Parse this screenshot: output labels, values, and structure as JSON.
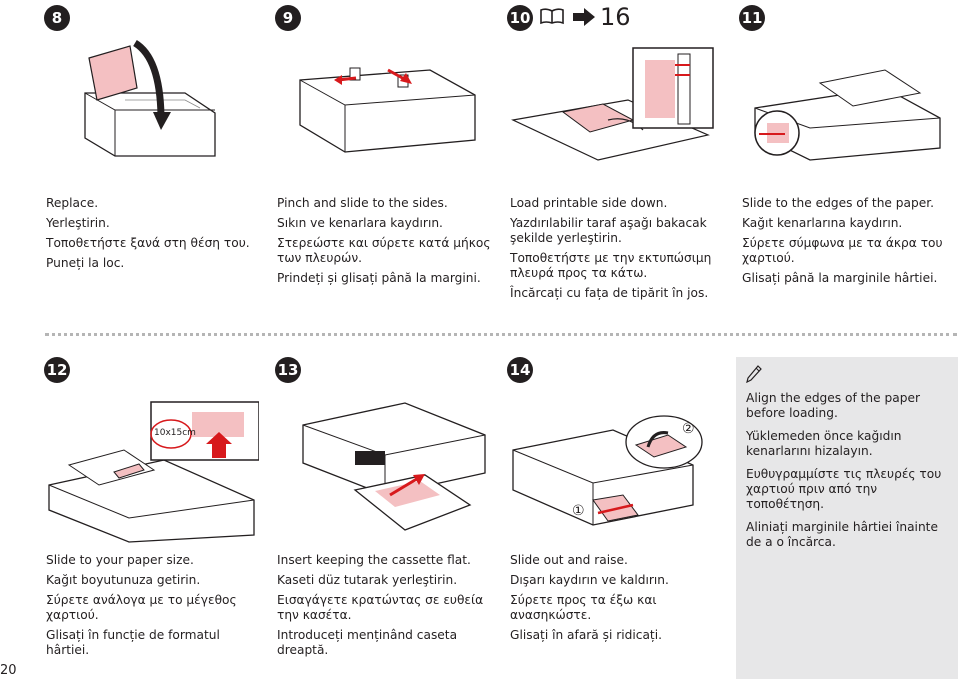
{
  "page_number": "20",
  "top_steps": [
    {
      "badge": "8",
      "lines": [
        "Replace.",
        "Yerleştirin.",
        "Τοποθετήστε ξανά στη θέση του.",
        "Puneți la loc."
      ]
    },
    {
      "badge": "9",
      "lines": [
        "Pinch and slide to the sides.",
        "Sıkın ve kenarlara kaydırın.",
        "Στερεώστε και σύρετε κατά μήκος των πλευρών.",
        "Prindeți și glisați până la margini."
      ]
    },
    {
      "badge": "10",
      "ref": "16",
      "lines": [
        "Load printable side down.",
        "Yazdırılabilir taraf aşağı bakacak şekilde yerleştirin.",
        "Τοποθετήστε με την εκτυπώσιμη πλευρά προς τα κάτω.",
        "Încărcați cu fața de tipărit în jos."
      ]
    },
    {
      "badge": "11",
      "lines": [
        "Slide to the edges of the paper.",
        "Kağıt kenarlarına kaydırın.",
        "Σύρετε σύμφωνα με τα άκρα του χαρτιού.",
        "Glisați până la marginile hârtiei."
      ]
    }
  ],
  "bottom_steps": [
    {
      "badge": "12",
      "label": "10x15cm",
      "lines": [
        "Slide to your paper size.",
        "Kağıt boyutunuza getirin.",
        "Σύρετε ανάλογα με το μέγεθος χαρτιού.",
        "Glisați în funcție de formatul hârtiei."
      ]
    },
    {
      "badge": "13",
      "lines": [
        "Insert keeping the cassette flat.",
        "Kaseti düz tutarak yerleştirin.",
        "Εισαγάγετε κρατώντας σε ευθεία την κασέτα.",
        "Introduceți menținând caseta dreaptă."
      ]
    },
    {
      "badge": "14",
      "callouts": [
        "①",
        "②"
      ],
      "lines": [
        "Slide out and raise.",
        "Dışarı kaydırın ve kaldırın.",
        "Σύρετε προς τα έξω και ανασηκώστε.",
        "Glisați în afară și ridicați."
      ]
    }
  ],
  "note": {
    "icon": "pencil-icon",
    "lines": [
      "Align the edges of the paper before loading.",
      "Yüklemeden önce kağıdın kenarlarını hizalayın.",
      "Ευθυγραμμίστε τις πλευρές του χαρτιού πριν από την τοποθέτηση.",
      "Aliniați marginile hârtiei înainte de a o încărca."
    ]
  },
  "colors": {
    "accent_pink": "#f4c0c2",
    "accent_red": "#d7191c",
    "dark": "#231f20"
  }
}
